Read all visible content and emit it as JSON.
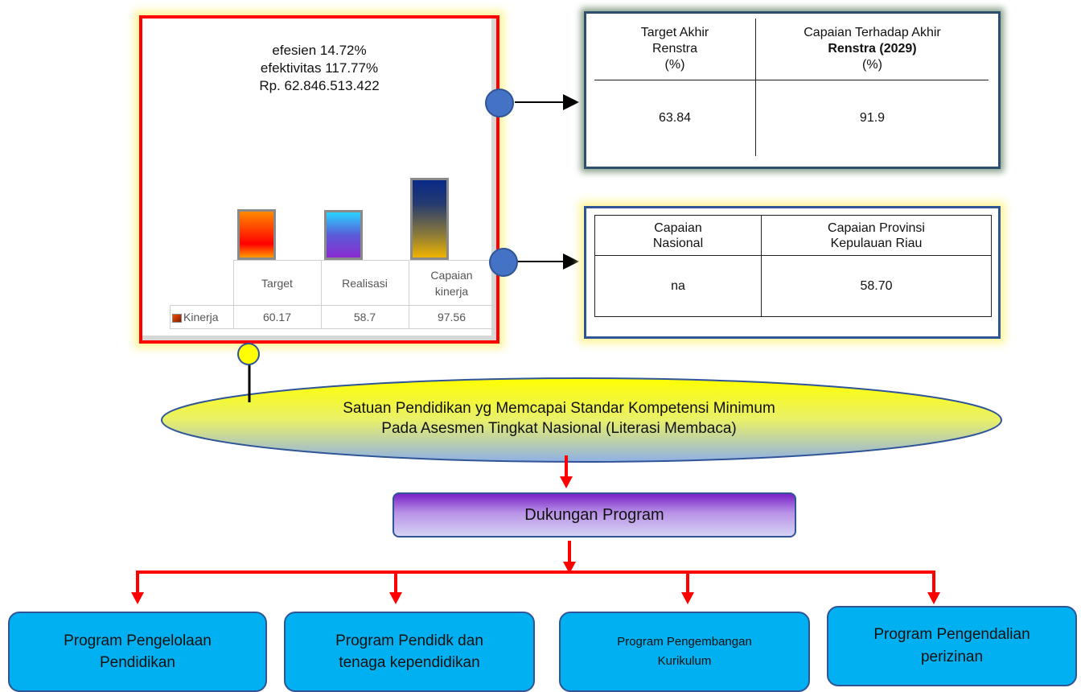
{
  "chart_data": {
    "type": "bar",
    "title_lines": [
      "efesien 14.72%",
      "efektivitas 117.77%",
      "Rp. 62.846.513.422"
    ],
    "categories": [
      "Target",
      "Realisasi",
      "Capaian kinerja"
    ],
    "category_lines": [
      [
        "Target"
      ],
      [
        "Realisasi"
      ],
      [
        "Capaian",
        "kinerja"
      ]
    ],
    "series": [
      {
        "name": "Kinerja",
        "values": [
          60.17,
          58.7,
          97.56
        ]
      }
    ],
    "value_labels": [
      "60.17",
      "58.7",
      "97.56"
    ],
    "ylim": [
      0,
      100
    ],
    "grid": false,
    "legend": "data table"
  },
  "renstra_table": {
    "header_left": [
      "Target Akhir",
      "Renstra",
      "(%)"
    ],
    "header_right_line1": "Capaian Terhadap Akhir",
    "header_right_bold": "Renstra (2029)",
    "header_right_line3": "(%)",
    "value_left": "63.84",
    "value_right": "91.9"
  },
  "nasional_table": {
    "header_left": [
      "Capaian",
      "Nasional"
    ],
    "header_right": [
      "Capaian Provinsi",
      "Kepulauan Riau"
    ],
    "value_left": "na",
    "value_right": "58.70"
  },
  "indicator": {
    "line1": "Satuan Pendidikan yg Memcapai Standar Kompetensi Minimum",
    "line2": "Pada Asesmen Tingkat Nasional (Literasi Membaca)"
  },
  "support": "Dukungan Program",
  "programs": [
    {
      "lines": [
        "Program Pengelolaan",
        "Pendidikan"
      ]
    },
    {
      "lines": [
        "Program Pendidk  dan",
        "tenaga kependidikan"
      ]
    },
    {
      "lines": [
        "Program Pengembangan",
        "Kurikulum"
      ]
    },
    {
      "lines": [
        "Program Pengendalian",
        "perizinan"
      ]
    }
  ],
  "colors": {
    "panel_border": "#ff0000",
    "glow": "#fff59d",
    "arrow": "#ff0000",
    "program_fill": "#00b0f0",
    "connector_circle": "#4472c4",
    "ellipse_circle": "#ffff00"
  }
}
